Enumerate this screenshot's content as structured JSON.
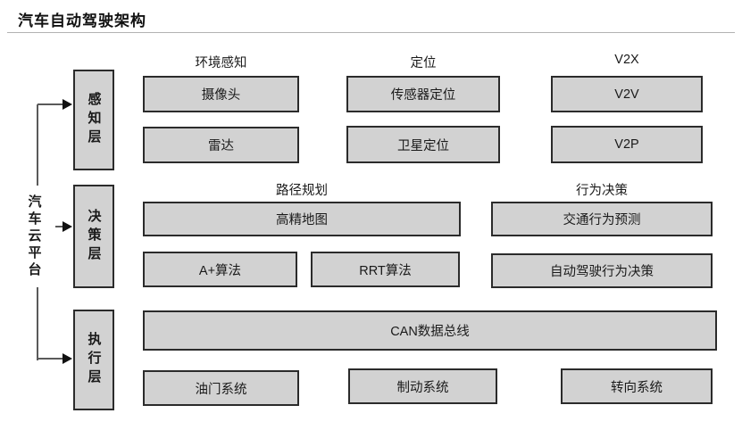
{
  "title": "汽车自动驾驶架构",
  "cloud_platform": {
    "label": "汽车云平台"
  },
  "layers": [
    {
      "label": "感知层"
    },
    {
      "label": "决策层"
    },
    {
      "label": "执行层"
    }
  ],
  "perception": {
    "groups": [
      {
        "header": "环境感知",
        "boxes": [
          "摄像头",
          "雷达"
        ]
      },
      {
        "header": "定位",
        "boxes": [
          "传感器定位",
          "卫星定位"
        ]
      },
      {
        "header": "V2X",
        "boxes": [
          "V2V",
          "V2P"
        ]
      }
    ]
  },
  "decision": {
    "groups": [
      {
        "header": "路径规划",
        "boxes": [
          "高精地图",
          "A+算法",
          "RRT算法"
        ]
      },
      {
        "header": "行为决策",
        "boxes": [
          "交通行为预测",
          "自动驾驶行为决策"
        ]
      }
    ]
  },
  "execution": {
    "bus_label": "CAN数据总线",
    "boxes": [
      "油门系统",
      "制动系统",
      "转向系统"
    ]
  },
  "colors": {
    "box_fill": "#d2d2d2",
    "box_border": "#2b2b2b",
    "line": "#5a5a5a",
    "background": "#ffffff"
  }
}
